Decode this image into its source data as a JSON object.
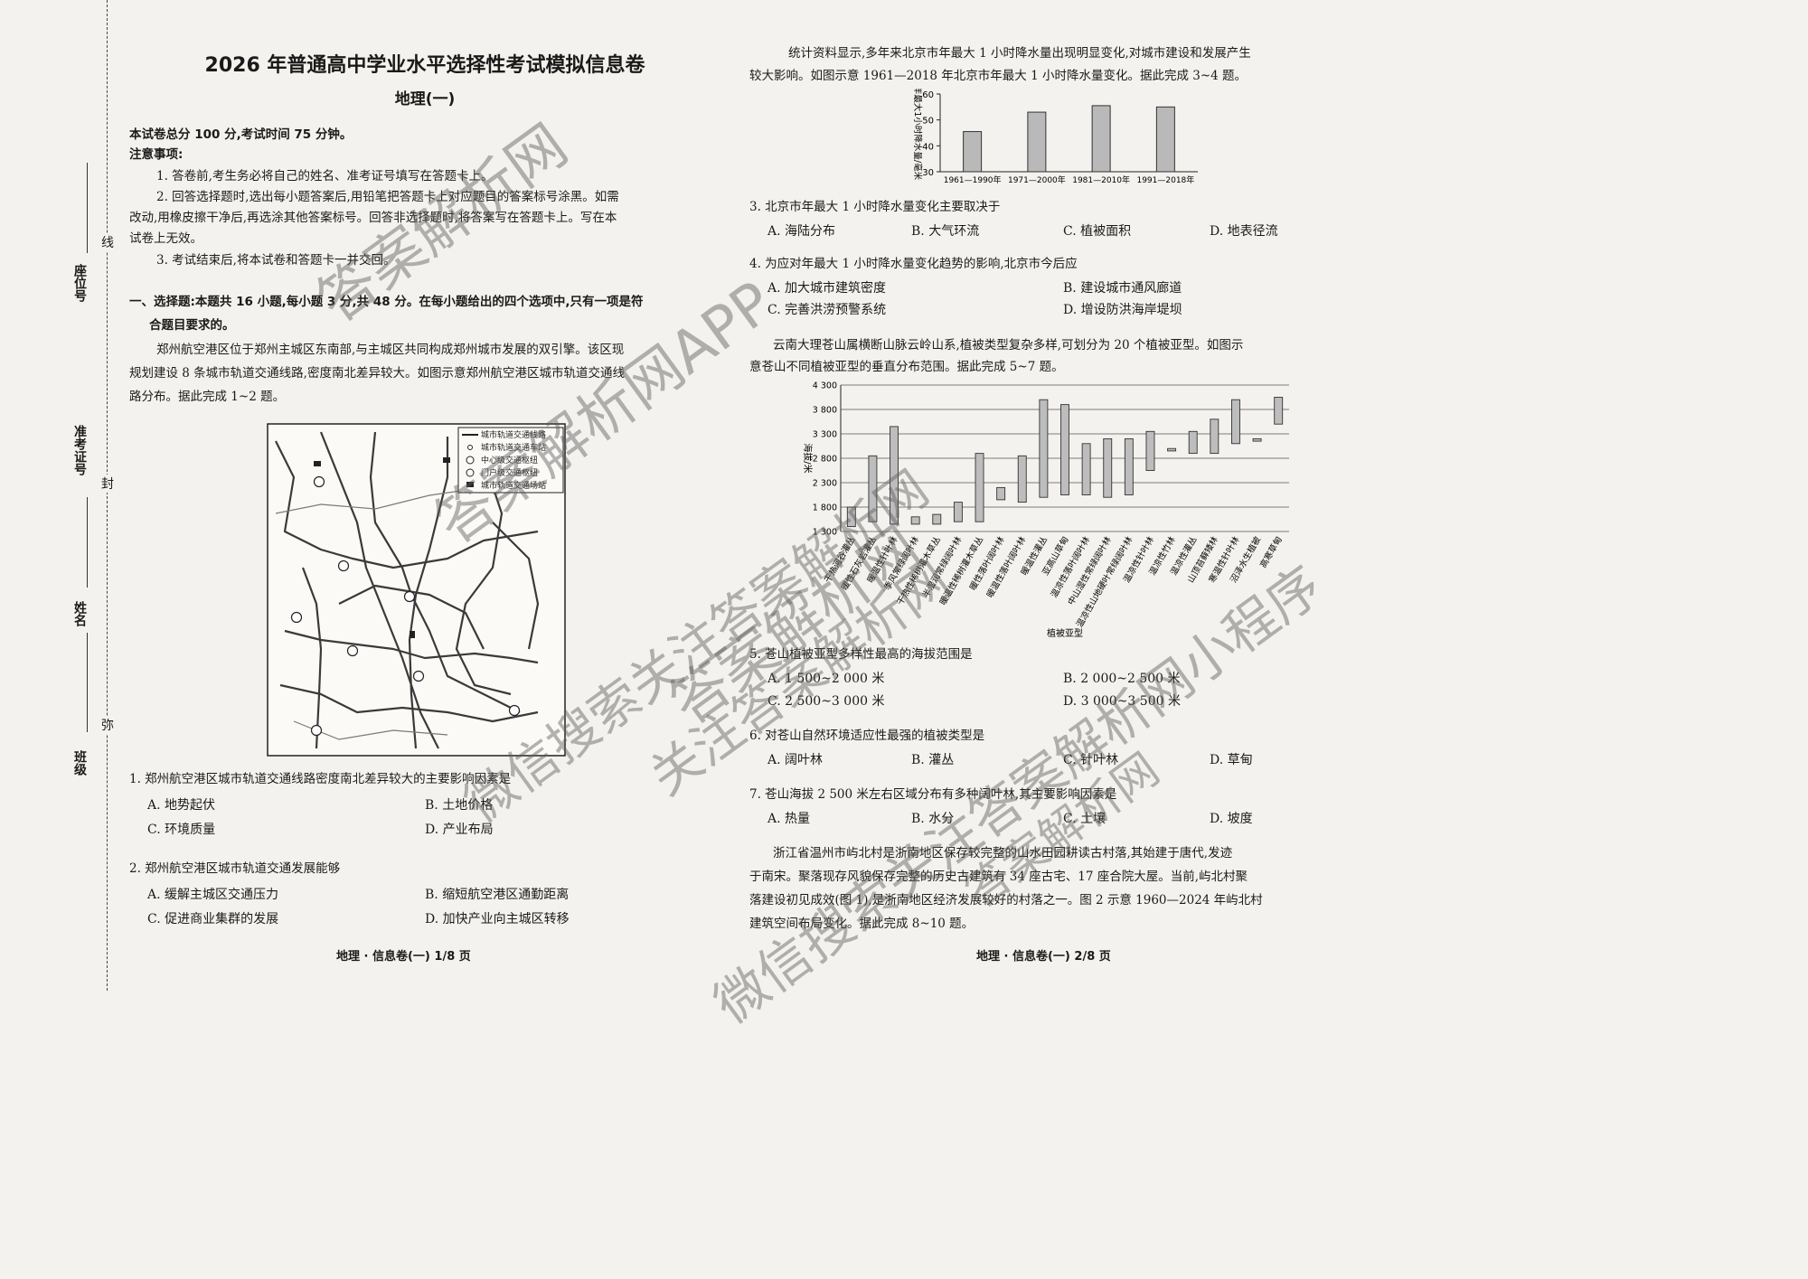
{
  "title": "2026 年普通高中学业水平选择性考试模拟信息卷",
  "subtitle": "地理(一)",
  "binding": {
    "seat_label": "座位号",
    "exam_no_label": "准考证号",
    "name_label": "姓名",
    "class_label": "班级",
    "line_char": "线",
    "seal_char": "封",
    "secret_char": "弥"
  },
  "instructions": {
    "total": "本试卷总分 100 分,考试时间 75 分钟。",
    "heading": "注意事项:",
    "item1": "1. 答卷前,考生务必将自己的姓名、准考证号填写在答题卡上。",
    "item2_line1": "2. 回答选择题时,选出每小题答案后,用铅笔把答题卡上对应题目的答案标号涂黑。如需",
    "item2_line2": "改动,用橡皮擦干净后,再选涂其他答案标号。回答非选择题时,将答案写在答题卡上。写在本",
    "item2_line3": "试卷上无效。",
    "item3": "3. 考试结束后,将本试卷和答题卡一并交回。"
  },
  "section1": {
    "line1": "一、选择题:本题共 16 小题,每小题 3 分,共 48 分。在每小题给出的四个选项中,只有一项是符",
    "line2": "合题目要求的。"
  },
  "passage1": {
    "line1": "郑州航空港区位于郑州主城区东南部,与主城区共同构成郑州城市发展的双引擎。该区现",
    "line2": "规划建设 8 条城市轨道交通线路,密度南北差异较大。如图示意郑州航空港区城市轨道交通线",
    "line3": "路分布。据此完成 1~2 题。"
  },
  "map_legend": [
    "城市轨道交通线路",
    "城市轨道交通车站",
    "中心级交通枢纽",
    "门户级交通枢纽",
    "城市轨道交通场站"
  ],
  "q1": {
    "stem": "1. 郑州航空港区城市轨道交通线路密度南北差异较大的主要影响因素是",
    "a": "A. 地势起伏",
    "b": "B. 土地价格",
    "c": "C. 环境质量",
    "d": "D. 产业布局"
  },
  "q2": {
    "stem": "2. 郑州航空港区城市轨道交通发展能够",
    "a": "A. 缓解主城区交通压力",
    "b": "B. 缩短航空港区通勤距离",
    "c": "C. 促进商业集群的发展",
    "d": "D. 加快产业向主城区转移"
  },
  "footer_left": "地理 · 信息卷(一)   1/8 页",
  "footer_right": "地理 · 信息卷(一)   2/8 页",
  "passage2": {
    "line1": "统计资料显示,多年来北京市年最大 1 小时降水量出现明显变化,对城市建设和发展产生",
    "line2": "较大影响。如图示意 1961—2018 年北京市年最大 1 小时降水量变化。据此完成 3~4 题。"
  },
  "chart_data": [
    {
      "type": "bar",
      "categories": [
        "1961—1990年",
        "1971—2000年",
        "1981—2010年",
        "1991—2018年"
      ],
      "values": [
        45.5,
        53,
        55.5,
        55
      ],
      "ylabel": "年最大1小时降水量/毫米",
      "ylim": [
        30,
        60
      ],
      "yticks": [
        30,
        40,
        50,
        60
      ],
      "bar_color": "#b9b9b9"
    },
    {
      "type": "range-bar",
      "categories": [
        "干热河谷灌丛",
        "暖性石灰岩灌丛",
        "暖温性针叶林",
        "季风常绿阔叶林",
        "干热性稀树灌木草丛",
        "半湿润常绿阔叶林",
        "暖温性稀树灌木草丛",
        "暖性落叶阔叶林",
        "暖温性落叶阔叶林",
        "暖温性灌丛",
        "亚高山草甸",
        "温凉性落叶阔叶林",
        "中山湿性常绿阔叶林",
        "温凉性山地硬叶常绿阔叶林",
        "温凉性针叶林",
        "温凉性竹林",
        "温凉性灌丛",
        "山顶苔藓矮林",
        "寒温性针叶林",
        "沼泽水生植被",
        "高寒草甸"
      ],
      "ranges": [
        [
          1400,
          1800
        ],
        [
          1500,
          2850
        ],
        [
          1450,
          3450
        ],
        [
          1450,
          1600
        ],
        [
          1450,
          1650
        ],
        [
          1500,
          1900
        ],
        [
          1500,
          2900
        ],
        [
          1950,
          2200
        ],
        [
          1900,
          2850
        ],
        [
          2000,
          4000
        ],
        [
          2050,
          3900
        ],
        [
          2050,
          3100
        ],
        [
          2000,
          3200
        ],
        [
          2050,
          3200
        ],
        [
          2550,
          3350
        ],
        [
          2950,
          3000
        ],
        [
          2900,
          3350
        ],
        [
          2900,
          3600
        ],
        [
          3100,
          4000
        ],
        [
          3150,
          3200
        ],
        [
          3500,
          4050
        ]
      ],
      "xlabel": "植被亚型",
      "ylabel": "海拔/米",
      "ylim": [
        1300,
        4300
      ],
      "yticks": [
        1300,
        1800,
        2300,
        2800,
        3300,
        3800,
        4300
      ],
      "ytick_labels": [
        "1 300",
        "1 800",
        "2 300",
        "2 800",
        "3 300",
        "3 800",
        "4 300"
      ],
      "bar_color": "#bdbdbd"
    }
  ],
  "q3": {
    "stem": "3. 北京市年最大 1 小时降水量变化主要取决于",
    "a": "A. 海陆分布",
    "b": "B. 大气环流",
    "c": "C. 植被面积",
    "d": "D. 地表径流"
  },
  "q4": {
    "stem": "4. 为应对年最大 1 小时降水量变化趋势的影响,北京市今后应",
    "a": "A. 加大城市建筑密度",
    "b": "B. 建设城市通风廊道",
    "c": "C. 完善洪涝预警系统",
    "d": "D. 增设防洪海岸堤坝"
  },
  "passage3": {
    "line1": "云南大理苍山属横断山脉云岭山系,植被类型复杂多样,可划分为 20 个植被亚型。如图示",
    "line2": "意苍山不同植被亚型的垂直分布范围。据此完成 5~7 题。"
  },
  "q5": {
    "stem": "5. 苍山植被亚型多样性最高的海拔范围是",
    "a": "A. 1 500~2 000 米",
    "b": "B. 2 000~2 500 米",
    "c": "C. 2 500~3 000 米",
    "d": "D. 3 000~3 500 米"
  },
  "q6": {
    "stem": "6. 对苍山自然环境适应性最强的植被类型是",
    "a": "A. 阔叶林",
    "b": "B. 灌丛",
    "c": "C. 针叶林",
    "d": "D. 草甸"
  },
  "q7": {
    "stem": "7. 苍山海拔 2 500 米左右区域分布有多种阔叶林,其主要影响因素是",
    "a": "A. 热量",
    "b": "B. 水分",
    "c": "C. 土壤",
    "d": "D. 坡度"
  },
  "passage4": {
    "line1": "浙江省温州市屿北村是浙南地区保存较完整的山水田园耕读古村落,其始建于唐代,发迹",
    "line2": "于南宋。聚落现存风貌保存完整的历史古建筑有 34 座古宅、17 座合院大屋。当前,屿北村聚",
    "line3": "落建设初见成效(图 1),是浙南地区经济发展较好的村落之一。图 2 示意 1960—2024 年屿北村",
    "line4": "建筑空间布局变化。据此完成 8~10 题。"
  },
  "watermarks": [
    "答案解析网",
    "答案解析网APP",
    "答案解析网",
    "关注答案解析网",
    "微信搜索关注答案解析网",
    "微信搜索关注答案解析网小程序",
    "答案解析网"
  ]
}
